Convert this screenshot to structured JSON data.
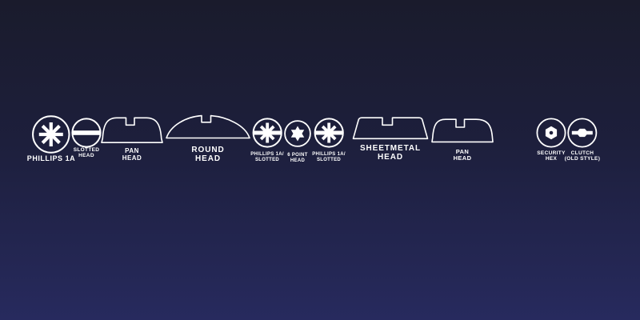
{
  "diagram": {
    "subject": "screw-head-types",
    "colors": {
      "background_top": "#1a1b2c",
      "background_bottom": "#272a5e",
      "foreground": "#ffffff"
    }
  },
  "items": [
    {
      "id": "phillips-1a",
      "label": "PHILLIPS 1A",
      "icon": "phillips-1a-icon"
    },
    {
      "id": "slotted-head",
      "label": "SLOTTED\nHEAD",
      "icon": "slotted-icon"
    },
    {
      "id": "pan-head-1",
      "label": "PAN\nHEAD",
      "icon": "pan-head-profile-icon"
    },
    {
      "id": "round-head",
      "label": "ROUND\nHEAD",
      "icon": "round-head-profile-icon"
    },
    {
      "id": "phillips-1a-slotted-1",
      "label": "PHILLIPS 1A/\nSLOTTED",
      "icon": "phillips-slotted-icon"
    },
    {
      "id": "six-point-head",
      "label": "6 POINT\nHEAD",
      "icon": "six-point-star-icon"
    },
    {
      "id": "phillips-1a-slotted-2",
      "label": "PHILLIPS 1A/\nSLOTTED",
      "icon": "phillips-slotted-icon"
    },
    {
      "id": "sheetmetal-head",
      "label": "SHEETMETAL\nHEAD",
      "icon": "sheetmetal-head-profile-icon"
    },
    {
      "id": "pan-head-2",
      "label": "PAN\nHEAD",
      "icon": "pan-head-profile-icon"
    },
    {
      "id": "security-hex",
      "label": "SECURITY\nHEX",
      "icon": "security-hex-icon"
    },
    {
      "id": "clutch-old-style",
      "label": "CLUTCH\n(OLD STYLE)",
      "icon": "clutch-icon"
    }
  ]
}
